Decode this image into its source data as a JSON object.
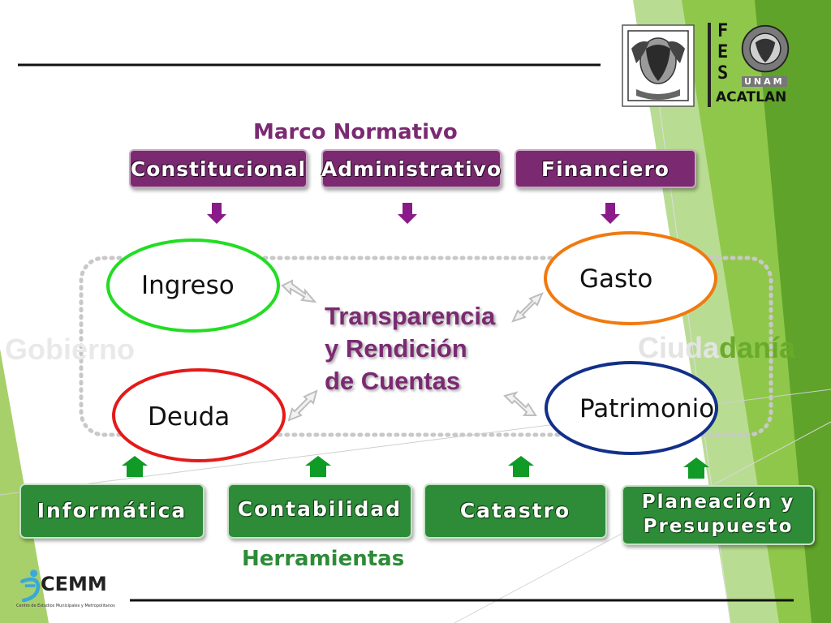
{
  "slide": {
    "heading_top": "Marco Normativo",
    "heading_bottom": "Herramientas",
    "left_label": "Gobierno",
    "right_label_faded": "Ciuda",
    "right_label_strong": "danía",
    "center_text": [
      "Transparencia",
      "y Rendición",
      "de Cuentas"
    ],
    "normative_boxes": [
      "Constitucional",
      "Administrativo",
      "Financiero"
    ],
    "circles": {
      "ingreso": "Ingreso",
      "gasto": "Gasto",
      "deuda": "Deuda",
      "patrimonio": "Patrimonio"
    },
    "tool_boxes": [
      "Informática",
      "Contabilidad",
      "Catastro",
      "Planeación y",
      "Presupuesto"
    ]
  },
  "logos": {
    "fes_letters": [
      "F",
      "E",
      "S"
    ],
    "unam": "UNAM",
    "acatlan": "ACATLAN",
    "cemm": "CEMM",
    "cemm_sub": "Centro de Estudios Municipales y Metropolitanos"
  },
  "colors": {
    "purple": "#7b2a72",
    "green": "#2e8b38",
    "heading_purple": "#7b2a72",
    "heading_green": "#2e8b38",
    "ingreso": "#22dd22",
    "gasto": "#f07a10",
    "deuda": "#e41a1a",
    "patrimonio": "#12308a",
    "dark_text": "#7b2a72"
  }
}
